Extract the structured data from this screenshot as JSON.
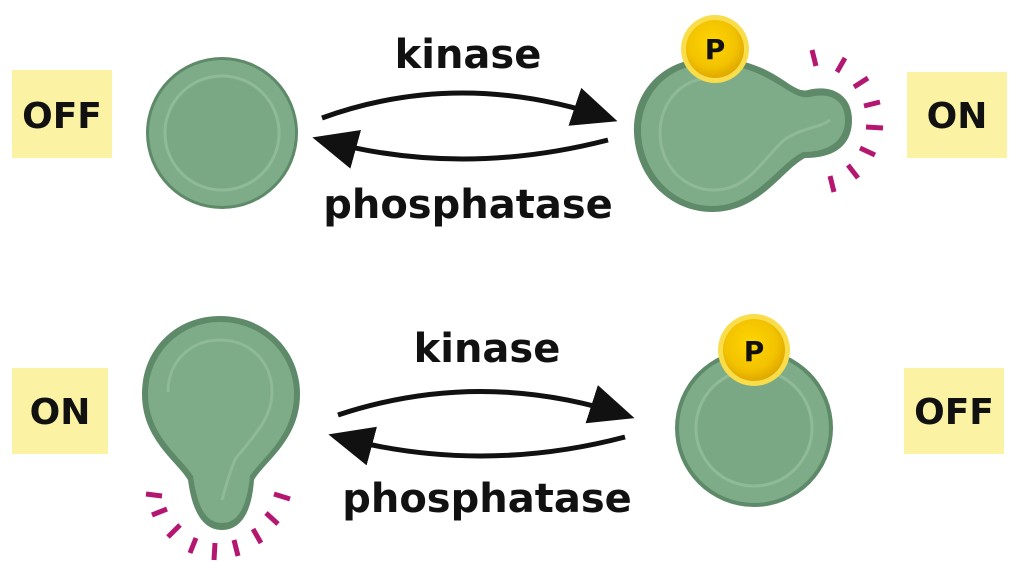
{
  "colors": {
    "label_box": "#fbf3a3",
    "protein": "#7eac88",
    "protein_dark": "#5e8a69",
    "protein_light": "#9dc4a5",
    "phosphate": "#f2c200",
    "phosphate_rim": "#f9dd4a",
    "active_rays": "#b4176f",
    "arrow": "#111111"
  },
  "top_row": {
    "left_state": "OFF",
    "right_state": "ON",
    "forward_enzyme": "kinase",
    "reverse_enzyme": "phosphatase",
    "phosphate": "P",
    "phosphate_on": "right",
    "active_on": "right"
  },
  "bottom_row": {
    "left_state": "ON",
    "right_state": "OFF",
    "forward_enzyme": "kinase",
    "reverse_enzyme": "phosphatase",
    "phosphate": "P",
    "phosphate_on": "right",
    "active_on": "left"
  }
}
